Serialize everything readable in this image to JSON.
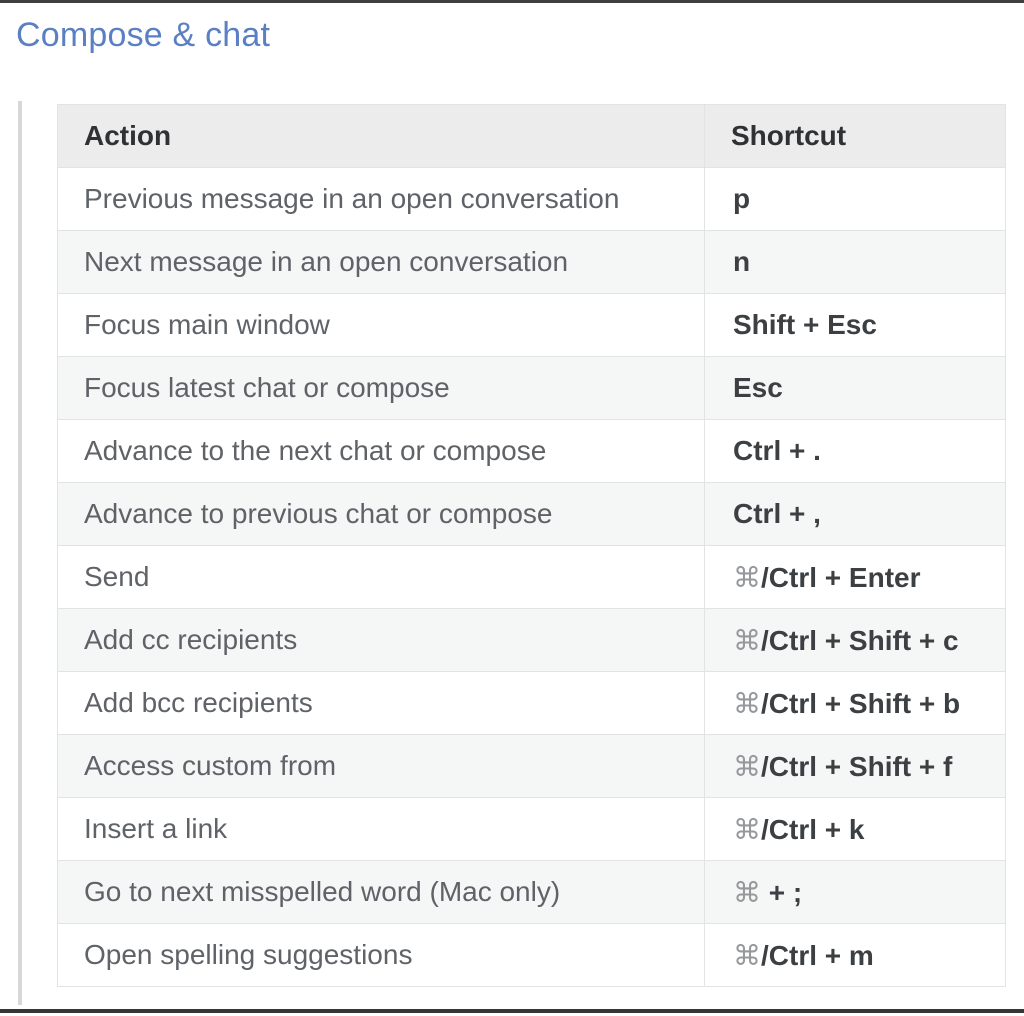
{
  "page": {
    "title": "Compose & chat"
  },
  "colors": {
    "title_blue": "#5b7fc4",
    "header_bg": "#ececec",
    "stripe_bg": "#f5f6f6",
    "row_bg": "#ffffff",
    "border": "#e2e3e4",
    "action_text": "#5f6368",
    "shortcut_text": "#3c4043",
    "command_symbol": "#96989b",
    "quote_bar": "#d6d7d8",
    "edge_rule": "#3d3f41"
  },
  "table": {
    "headers": [
      "Action",
      "Shortcut"
    ],
    "rows": [
      {
        "action": "Previous message in an open conversation",
        "cmd": "",
        "keys": "p"
      },
      {
        "action": "Next message in an open conversation",
        "cmd": "",
        "keys": "n"
      },
      {
        "action": "Focus main window",
        "cmd": "",
        "keys": "Shift + Esc"
      },
      {
        "action": "Focus latest chat or compose",
        "cmd": "",
        "keys": "Esc"
      },
      {
        "action": "Advance to the next chat or compose",
        "cmd": "",
        "keys": "Ctrl + ."
      },
      {
        "action": "Advance to previous chat or compose",
        "cmd": "",
        "keys": "Ctrl + ,"
      },
      {
        "action": "Send",
        "cmd": "⌘",
        "keys": "/Ctrl + Enter"
      },
      {
        "action": "Add cc recipients",
        "cmd": "⌘",
        "keys": "/Ctrl + Shift + c"
      },
      {
        "action": "Add bcc recipients",
        "cmd": "⌘",
        "keys": "/Ctrl + Shift + b"
      },
      {
        "action": "Access custom from",
        "cmd": "⌘",
        "keys": "/Ctrl + Shift + f"
      },
      {
        "action": "Insert a link",
        "cmd": "⌘",
        "keys": "/Ctrl + k"
      },
      {
        "action": "Go to next misspelled word (Mac only)",
        "cmd": "⌘",
        "keys": " + ;"
      },
      {
        "action": "Open spelling suggestions",
        "cmd": "⌘",
        "keys": "/Ctrl + m"
      }
    ]
  }
}
